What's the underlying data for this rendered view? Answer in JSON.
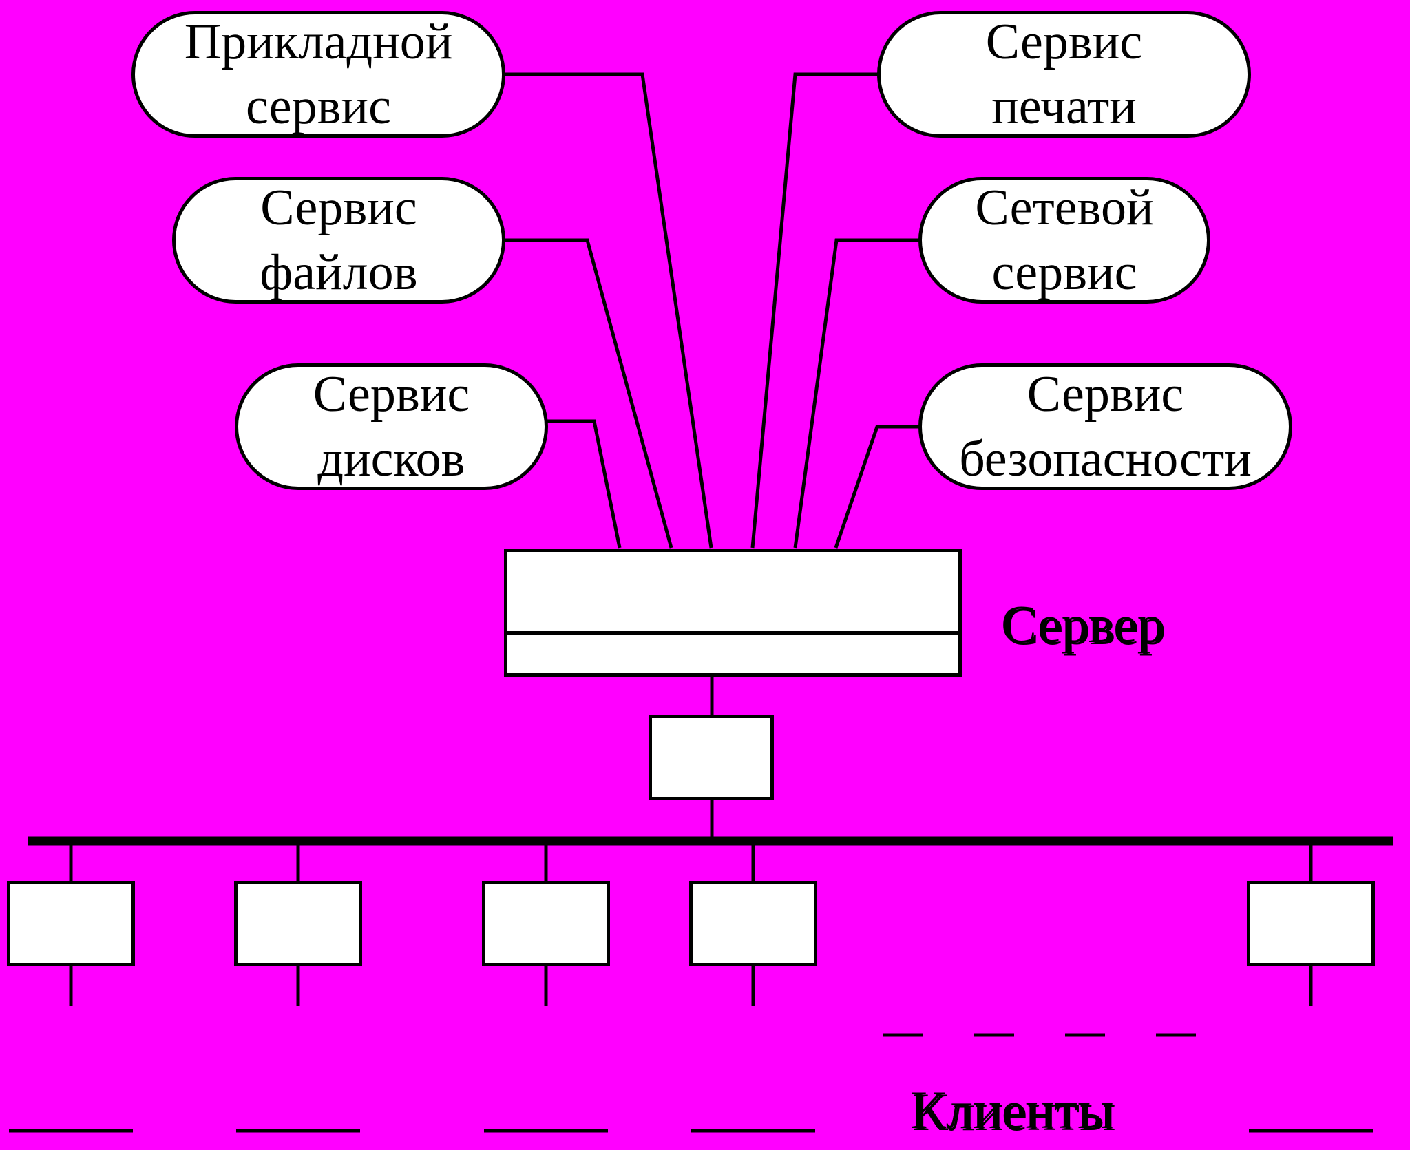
{
  "colors": {
    "background": "#ff00ff",
    "box_fill": "#ffffff",
    "line": "#000000"
  },
  "services": {
    "application": {
      "line1": "Прикладной",
      "line2": "сервис"
    },
    "files": {
      "line1": "Сервис",
      "line2": "файлов"
    },
    "disks": {
      "line1": "Сервис",
      "line2": "дисков"
    },
    "print": {
      "line1": "Сервис",
      "line2": "печати"
    },
    "network": {
      "line1": "Сетевой",
      "line2": "сервис"
    },
    "security": {
      "line1": "Сервис",
      "line2": "безопасности"
    }
  },
  "server_label": "Сервер",
  "clients_label": "Клиенты"
}
